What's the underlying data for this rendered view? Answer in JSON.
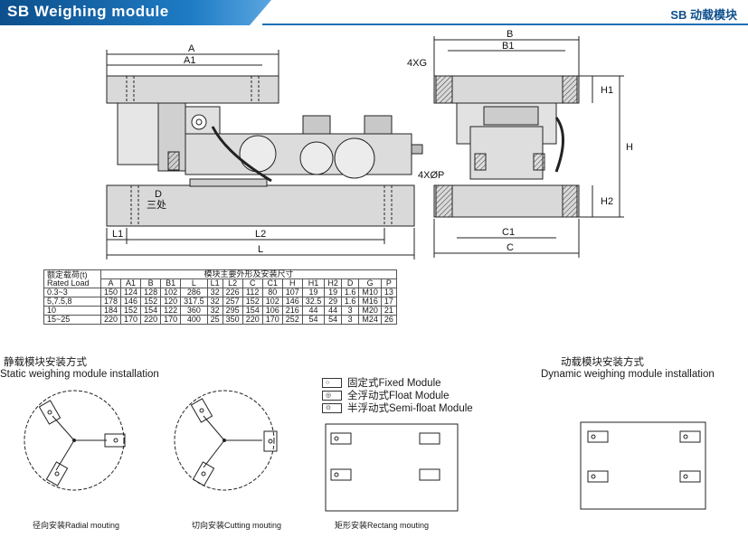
{
  "header": {
    "title": "SB  Weighing module",
    "right_label": "SB  动载模块"
  },
  "drawing_labels": {
    "front": {
      "A": "A",
      "A1": "A1",
      "D": "D",
      "three": "三处",
      "L1": "L1",
      "L2": "L2",
      "L": "L"
    },
    "side": {
      "B": "B",
      "B1": "B1",
      "G": "4XG",
      "P": "4XØP",
      "H1": "H1",
      "H": "H",
      "H2": "H2",
      "C1": "C1",
      "C": "C"
    }
  },
  "table": {
    "load_label_cn": "额定载荷(t)",
    "load_label_en": "Rated Load",
    "group_header": "模块主要外形及安装尺寸",
    "columns": [
      "A",
      "A1",
      "B",
      "B1",
      "L",
      "L1",
      "L2",
      "C",
      "C1",
      "H",
      "H1",
      "H2",
      "D",
      "G",
      "P"
    ],
    "rows": [
      {
        "load": "0.3~3",
        "values": [
          "150",
          "124",
          "128",
          "102",
          "286",
          "32",
          "226",
          "112",
          "80",
          "107",
          "19",
          "19",
          "1.6",
          "M10",
          "13"
        ]
      },
      {
        "load": "5,7.5,8",
        "values": [
          "178",
          "146",
          "152",
          "120",
          "317.5",
          "32",
          "257",
          "152",
          "102",
          "146",
          "32.5",
          "29",
          "1.6",
          "M16",
          "17"
        ]
      },
      {
        "load": "10",
        "values": [
          "184",
          "152",
          "154",
          "122",
          "360",
          "32",
          "295",
          "154",
          "106",
          "216",
          "44",
          "44",
          "3",
          "M20",
          "21"
        ]
      },
      {
        "load": "15~25",
        "values": [
          "220",
          "170",
          "220",
          "170",
          "400",
          "25",
          "350",
          "220",
          "170",
          "252",
          "54",
          "54",
          "3",
          "M24",
          "26"
        ]
      }
    ]
  },
  "static_section": {
    "title_cn": "静载模块安装方式",
    "title_en": "Static weighing module installation"
  },
  "dynamic_section": {
    "title_cn": "动载模块安装方式",
    "title_en": "Dynamic weighing module installation"
  },
  "legend": [
    {
      "label": "固定式Fixed Module",
      "symbol": "○",
      "icon": "fixed-module-icon"
    },
    {
      "label": "全浮动式Float Module",
      "symbol": "◎",
      "icon": "float-module-icon"
    },
    {
      "label": "半浮动式Semi-float Module",
      "symbol": "⊙",
      "icon": "semi-float-module-icon"
    }
  ],
  "captions": {
    "radial": "径向安装Radial mouting",
    "cutting": "切向安装Cutting mouting",
    "rectang": "矩形安装Rectang mouting"
  }
}
